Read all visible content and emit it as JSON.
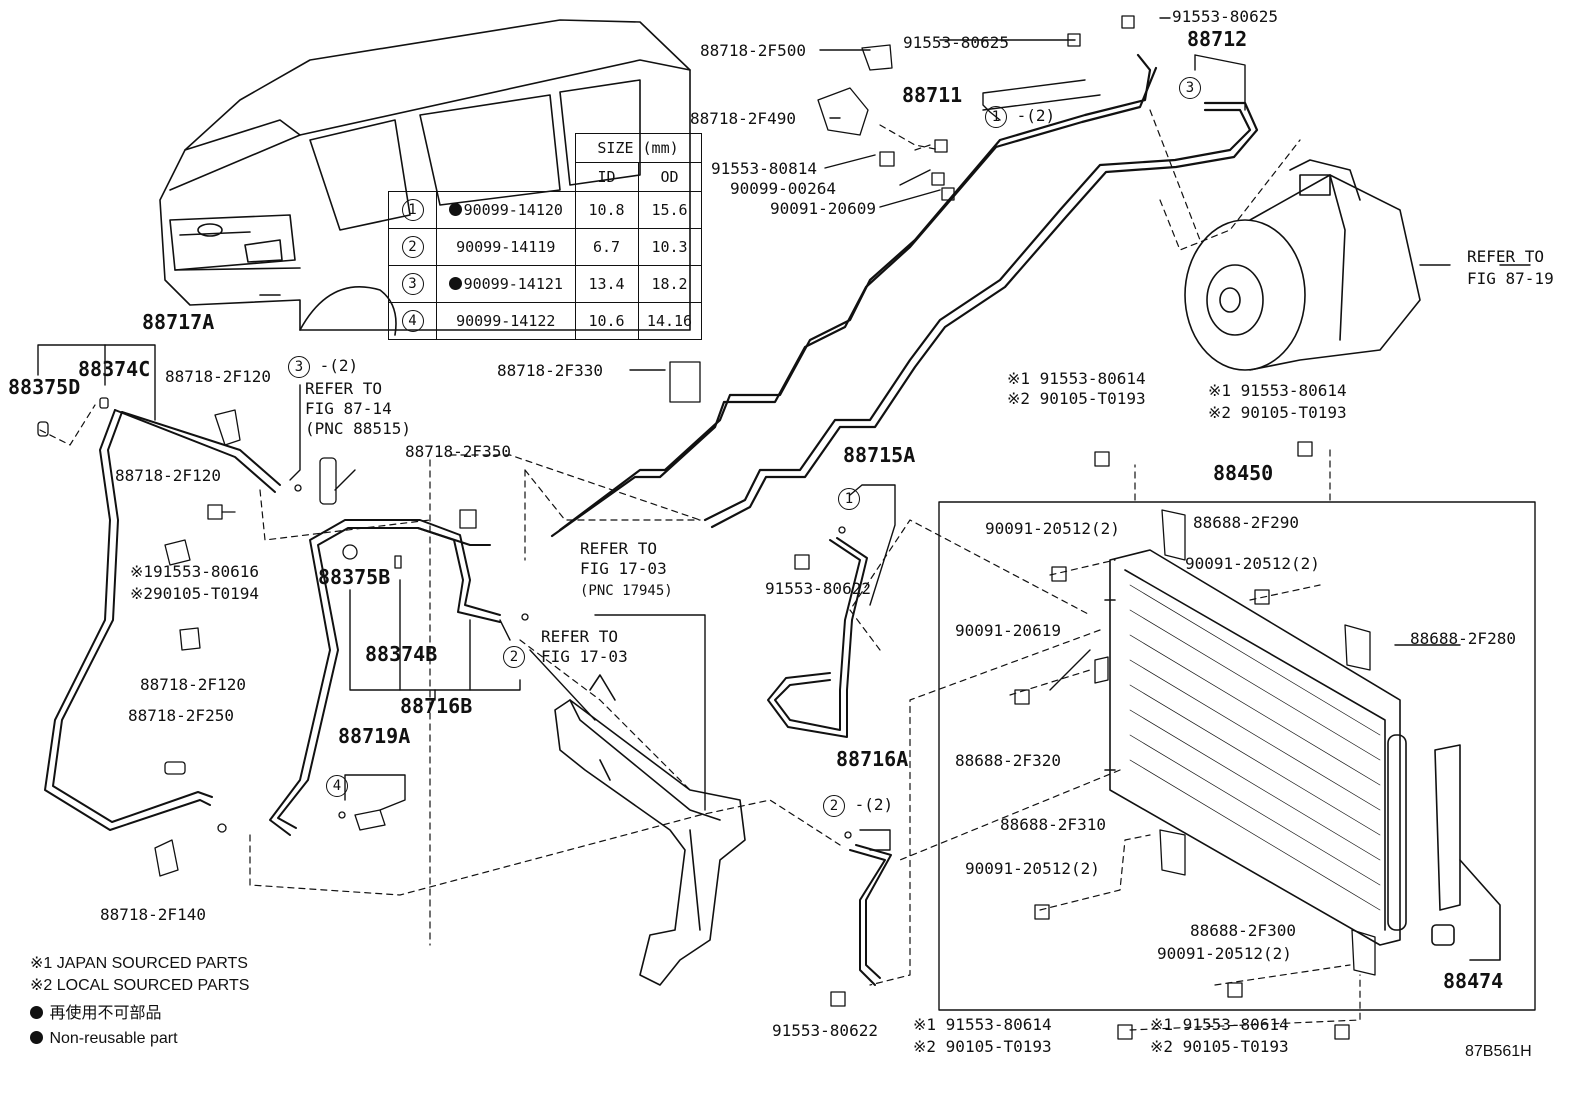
{
  "labels": {
    "p88717A": "88717A",
    "p88375D": "88375D",
    "p88374C": "88374C",
    "p88718_2F120_a": "88718-2F120",
    "circ3_qty": "-(2)",
    "refer_87_14_a": "REFER TO",
    "refer_87_14_b": "FIG 87-14",
    "refer_87_14_c": "(PNC 88515)",
    "p88718_2F120_b": "88718-2F120",
    "p91553_80616": "※191553-80616",
    "p90105_T0194": "※290105-T0194",
    "p88718_2F120_c": "88718-2F120",
    "p88718_2F250": "88718-2F250",
    "p88718_2F140": "88718-2F140",
    "p88718_2F350": "88718-2F350",
    "p88375B": "88375B",
    "p88374B": "88374B",
    "p88716B": "88716B",
    "p88719A": "88719A",
    "p88718_2F500": "88718-2F500",
    "p88718_2F490": "88718-2F490",
    "p91553_80814": "91553-80814",
    "p90099_00264": "90099-00264",
    "p90091_20609": "90091-20609",
    "p91553_80625_a": "91553-80625",
    "p91553_80625_b": "91553-80625",
    "p88711": "88711",
    "circ1_qty": "-(2)",
    "p88712": "88712",
    "refer_87_19_a": "REFER TO",
    "refer_87_19_b": "FIG 87-19",
    "p88718_2F330": "88718-2F330",
    "refer_17_03_a1": "REFER TO",
    "refer_17_03_a2": "FIG 17-03",
    "refer_17_03_a3": "(PNC 17945)",
    "refer_17_03_b1": "REFER TO",
    "refer_17_03_b2": "FIG 17-03",
    "p88715A": "88715A",
    "p91553_80622_a": "91553-80622",
    "p88716A": "88716A",
    "circ2_qty": "-(2)",
    "p91553_80622_b": "91553-80622",
    "j1_a": "※1 91553-80614",
    "j2_a": "※2 90105-T0193",
    "j1_b": "※1 91553-80614",
    "j2_b": "※2 90105-T0193",
    "p88450": "88450",
    "p90091_20512_a": "90091-20512(2)",
    "p88688_2F290": "88688-2F290",
    "p90091_20512_b": "90091-20512(2)",
    "p90091_20619": "90091-20619",
    "p88688_2F280": "88688-2F280",
    "p88688_2F320": "88688-2F320",
    "p88688_2F310": "88688-2F310",
    "p90091_20512_c": "90091-20512(2)",
    "p88688_2F300": "88688-2F300",
    "p90091_20512_d": "90091-20512(2)",
    "p88474": "88474",
    "j1_c": "※1 91553-80614",
    "j2_c": "※2 90105-T0193",
    "j1_d": "※1 91553-80614",
    "j2_d": "※2 90105-T0193",
    "diagram_code": "87B561H"
  },
  "circle_marks": {
    "one": "1",
    "two": "2",
    "three": "3",
    "four": "4"
  },
  "legend": {
    "japan": "※1 JAPAN SOURCED PARTS",
    "local": "※2 LOCAL SOURCED PARTS",
    "non_reusable_jp": "再使用不可部品",
    "non_reusable_en": "Non-reusable part"
  },
  "size_table": {
    "header": "SIZE (mm)",
    "col_id": "ID",
    "col_od": "OD",
    "rows": [
      {
        "no": "1",
        "part": "90099-14120",
        "id": "10.8",
        "od": "15.6",
        "non_reusable": true
      },
      {
        "no": "2",
        "part": "90099-14119",
        "id": "6.7",
        "od": "10.3",
        "non_reusable": false
      },
      {
        "no": "3",
        "part": "90099-14121",
        "id": "13.4",
        "od": "18.2",
        "non_reusable": true
      },
      {
        "no": "4",
        "part": "90099-14122",
        "id": "10.6",
        "od": "14.16",
        "non_reusable": false
      }
    ]
  }
}
